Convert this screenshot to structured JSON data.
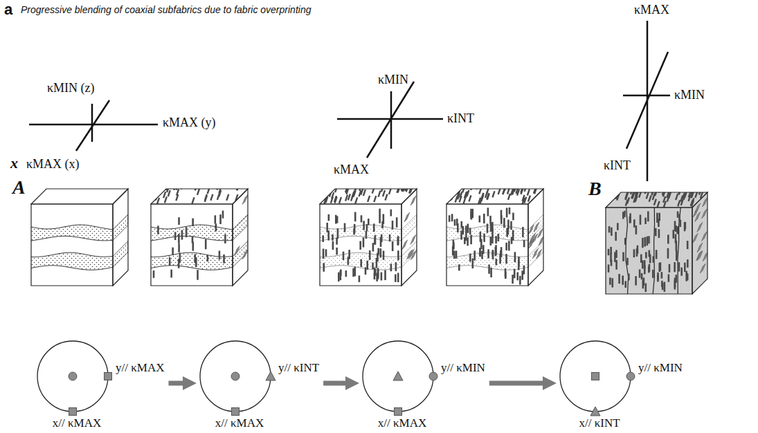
{
  "diagram": {
    "title": "Progressive blending of coaxial subfabrics due to fabric overprinting",
    "nodes": [
      {
        "text": [
          "y// κMAX",
          "x// κMAX"
        ]
      },
      {
        "text": [
          "y// κINT",
          "x// κMAX"
        ]
      },
      {
        "text": [
          "y// κMIN",
          "x// κMAX"
        ]
      },
      {
        "text": [
          "y// κMIN",
          "x// κINT"
        ]
      }
    ],
    "edges": [
      {
        "from": 0,
        "to": 1,
        "arrow": "to"
      },
      {
        "from": 1,
        "to": 2,
        "arrow": "to"
      },
      {
        "from": 2,
        "to": 3,
        "arrow": "to"
      }
    ],
    "labels": [
      "a",
      "κMIN (z)",
      "κMAX (y)",
      "x",
      "κMAX (x)",
      "κMIN",
      "κINT",
      "κMAX",
      "κMAX",
      "κMIN",
      "κINT",
      "A",
      "B"
    ]
  }
}
